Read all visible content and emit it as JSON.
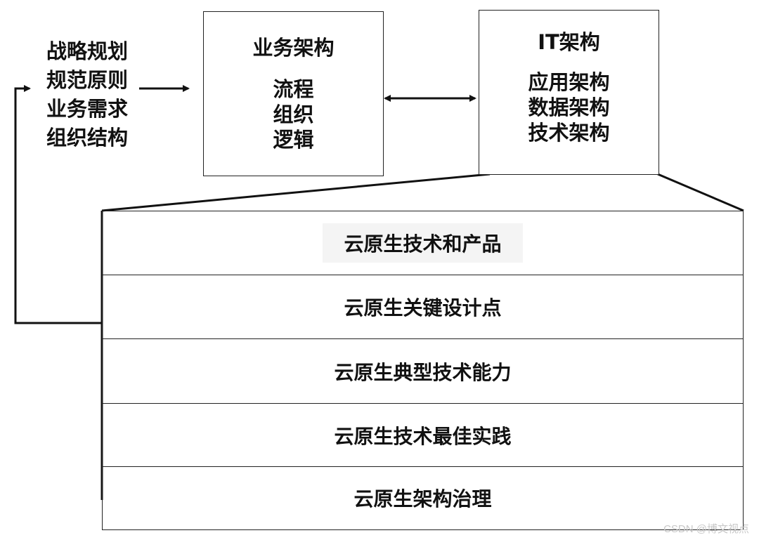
{
  "left_list": {
    "items": [
      "战略规划",
      "规范原则",
      "业务需求",
      "组织结构"
    ]
  },
  "business_box": {
    "title": "业务架构",
    "items": [
      "流程",
      "组织",
      "逻辑"
    ]
  },
  "it_box": {
    "title": "IT架构",
    "items": [
      "应用架构",
      "数据架构",
      "技术架构"
    ]
  },
  "stack": {
    "layers": [
      "云原生技术和产品",
      "云原生关键设计点",
      "云原生典型技术能力",
      "云原生技术最佳实践",
      "云原生架构治理"
    ]
  },
  "watermark": "CSDN @博文视点"
}
